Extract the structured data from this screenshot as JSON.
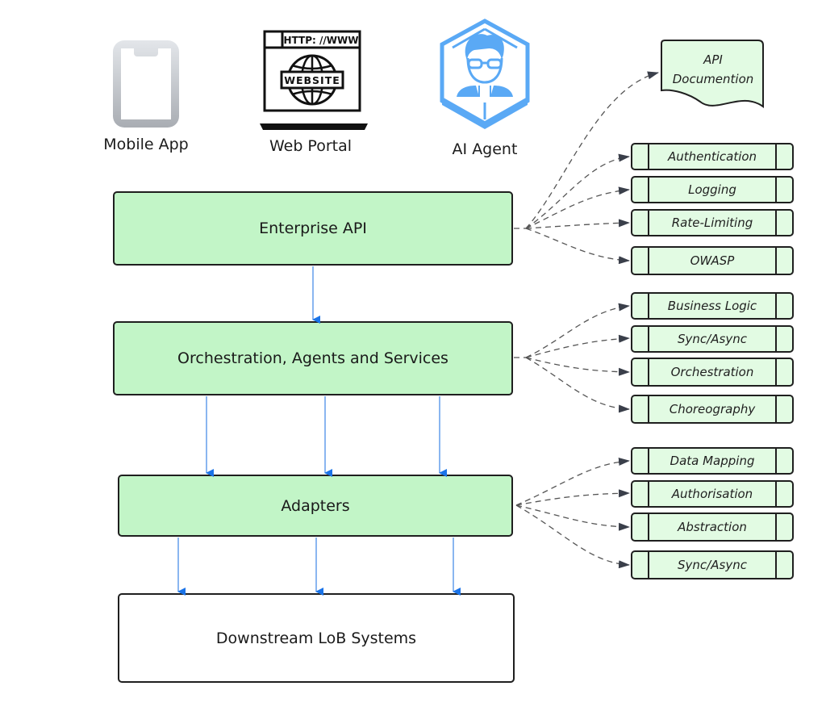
{
  "clients": [
    {
      "name": "Mobile App",
      "icon": "mobile-phone-icon"
    },
    {
      "name": "Web Portal",
      "icon": "website-browser-icon",
      "icon_text": {
        "url": "HTTP: //WWW",
        "badge": "WEBSITE"
      }
    },
    {
      "name": "AI Agent",
      "icon": "ai-agent-hexagon-icon"
    }
  ],
  "layers": {
    "enterprise_api": "Enterprise API",
    "orchestration": "Orchestration, Agents and Services",
    "adapters": "Adapters",
    "downstream": "Downstream LoB Systems"
  },
  "documentation": {
    "line1": "API",
    "line2": "Documention"
  },
  "concerns": {
    "enterprise_api": [
      "Authentication",
      "Logging",
      "Rate-Limiting",
      "OWASP"
    ],
    "orchestration": [
      "Business Logic",
      "Sync/Async",
      "Orchestration",
      "Choreography"
    ],
    "adapters": [
      "Data Mapping",
      "Authorisation",
      "Abstraction",
      "Sync/Async"
    ]
  },
  "colors": {
    "layer_fill": "#c2f5c7",
    "concern_fill": "#e2fbe3",
    "flow_arrow": "#1a73e8",
    "dashed_connector": "#555555",
    "agent_icon": "#5aa9f5"
  }
}
